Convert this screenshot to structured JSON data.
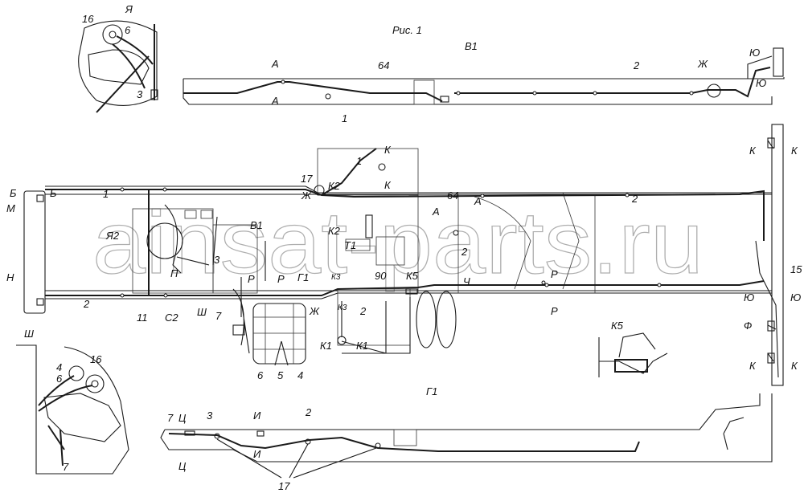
{
  "figure": {
    "title": "Рис. 1",
    "watermark": "ainsat-parts.ru",
    "views": {
      "top": "В1",
      "bottom": "Г1",
      "detail_ya": "Я",
      "detail_sh": "Ш",
      "detail_k5": "К5"
    }
  },
  "labels": {
    "ya": [
      "16",
      "6",
      "3"
    ],
    "v1": [
      "А",
      "А",
      "64",
      "1",
      "2",
      "Ж",
      "Ю",
      "Ю"
    ],
    "main": [
      "К",
      "К",
      "1",
      "17",
      "К2",
      "Ж",
      "К2",
      "64",
      "А",
      "А",
      "2",
      "Б",
      "Б",
      "1",
      "М",
      "Я2",
      "В1",
      "Т1",
      "П",
      "3",
      "Р",
      "Р",
      "Г1",
      "К3",
      "90",
      "К5",
      "Ч",
      "Р",
      "Р",
      "2",
      "Н",
      "2",
      "11",
      "С2",
      "Ш",
      "7",
      "Ж",
      "К3",
      "2",
      "К1",
      "К1",
      "6",
      "5",
      "4",
      "К",
      "К",
      "15",
      "Ю",
      "Ю",
      "Ф",
      "К",
      "К"
    ],
    "sh": [
      "4",
      "6",
      "16",
      "7"
    ],
    "g1": [
      "Ц",
      "3",
      "7",
      "И",
      "2",
      "И",
      "Ц",
      "17"
    ]
  }
}
